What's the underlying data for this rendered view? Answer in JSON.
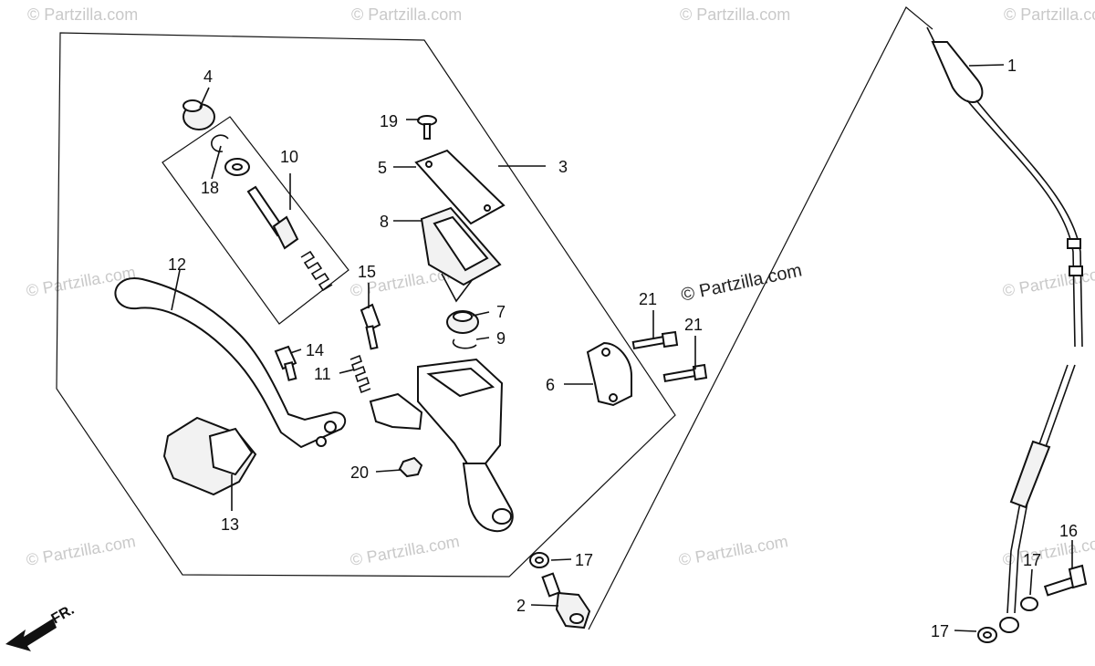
{
  "callouts": {
    "c1": "1",
    "c2": "2",
    "c3": "3",
    "c4": "4",
    "c5": "5",
    "c6": "6",
    "c7": "7",
    "c8": "8",
    "c9": "9",
    "c10": "10",
    "c11": "11",
    "c12": "12",
    "c13": "13",
    "c14": "14",
    "c15": "15",
    "c16": "16",
    "c17a": "17",
    "c17b": "17",
    "c17c": "17",
    "c18": "18",
    "c19": "19",
    "c20": "20",
    "c21a": "21",
    "c21b": "21"
  },
  "watermark": {
    "text": "© Partzilla.com",
    "center_text": "© Partzilla.com"
  },
  "direction_label": "FR."
}
